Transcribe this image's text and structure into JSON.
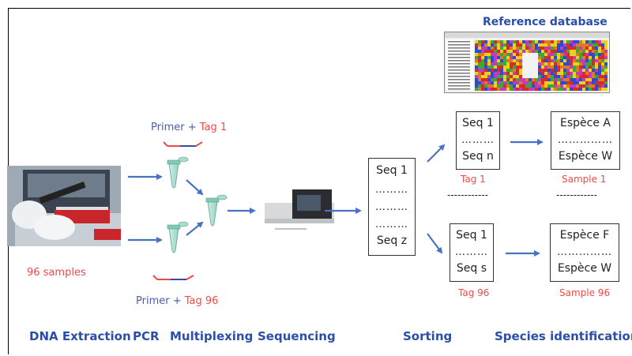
{
  "colors": {
    "stage": "#2b4fa8",
    "arrow": "#4a72c4",
    "red": "#ef4848",
    "primer": "#4a5bb0"
  },
  "reference": {
    "title": "Reference database"
  },
  "samples": {
    "label": "96 samples"
  },
  "primer_top": {
    "primer": "Primer",
    "plus": " + ",
    "tag": "Tag 1"
  },
  "primer_bottom": {
    "primer": "Primer",
    "plus": " + ",
    "tag": "Tag 96"
  },
  "pool": {
    "first": "Seq 1",
    "dots": "………",
    "last": "Seq z"
  },
  "sort_top": {
    "first": "Seq 1",
    "dots": "………",
    "last": "Seq n",
    "caption": "Tag 1"
  },
  "sort_bottom": {
    "first": "Seq 1",
    "dots": "………",
    "last": "Seq s",
    "caption": "Tag 96"
  },
  "species_top": {
    "first": "Espèce A",
    "dots": "……………",
    "last": "Espèce W",
    "caption": "Sample 1"
  },
  "species_bottom": {
    "first": "Espèce F",
    "dots": "……………",
    "last": "Espèce W",
    "caption": "Sample 96"
  },
  "separators": {
    "sort": "------------",
    "species": "------------"
  },
  "stages": [
    "DNA Extraction",
    "PCR",
    "Multiplexing",
    "Sequencing",
    "Sorting",
    "Species identification"
  ]
}
